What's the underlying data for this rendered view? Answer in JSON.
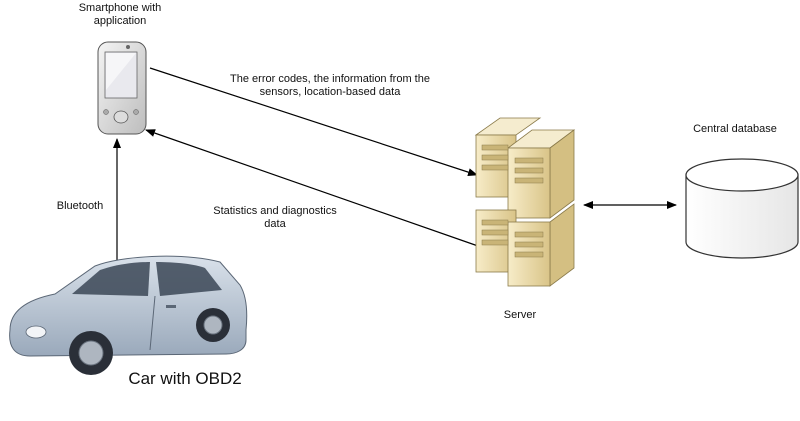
{
  "nodes": {
    "smartphone": {
      "label_line1": "Smartphone with",
      "label_line2": "application",
      "icon": "smartphone-icon"
    },
    "car": {
      "label": "Car with OBD2",
      "icon": "car-icon"
    },
    "server": {
      "label": "Server",
      "icon": "server-rack-icon"
    },
    "database": {
      "label": "Central database",
      "icon": "database-cylinder-icon"
    }
  },
  "connections": {
    "phone_to_server": {
      "label_line1": "The error codes, the information from the",
      "label_line2": "sensors, location-based data"
    },
    "server_to_phone": {
      "label_line1": "Statistics and diagnostics",
      "label_line2": "data"
    },
    "car_to_phone": {
      "label": "Bluetooth"
    },
    "server_database": {
      "label": ""
    }
  },
  "colors": {
    "arrow": "#000000",
    "server_body": "#efe1b0",
    "server_front": "#e4d29b",
    "database": "#ffffff",
    "car_body": "#b9c6d6",
    "phone_body": "#dedede"
  }
}
